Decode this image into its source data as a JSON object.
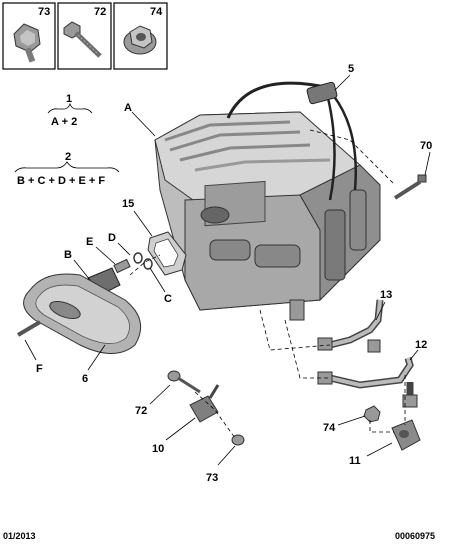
{
  "legend": {
    "top_row": [
      {
        "number": "73",
        "icon": "flanged-screw-icon"
      },
      {
        "number": "72",
        "icon": "long-screw-icon"
      },
      {
        "number": "74",
        "icon": "flange-nut-icon"
      }
    ],
    "group_1": {
      "number": "1",
      "formula": "A + 2"
    },
    "group_2": {
      "number": "2",
      "formula": "B + C + D + E + F"
    }
  },
  "callouts": {
    "A": "A",
    "B": "B",
    "C": "C",
    "D": "D",
    "E": "E",
    "F": "F",
    "n5": "5",
    "n6": "6",
    "n10": "10",
    "n11": "11",
    "n12": "12",
    "n13": "13",
    "n15": "15",
    "n70": "70",
    "n72": "72",
    "n73": "73",
    "n74": "74"
  },
  "footer": {
    "date": "01/2013",
    "reference": "00060975"
  }
}
